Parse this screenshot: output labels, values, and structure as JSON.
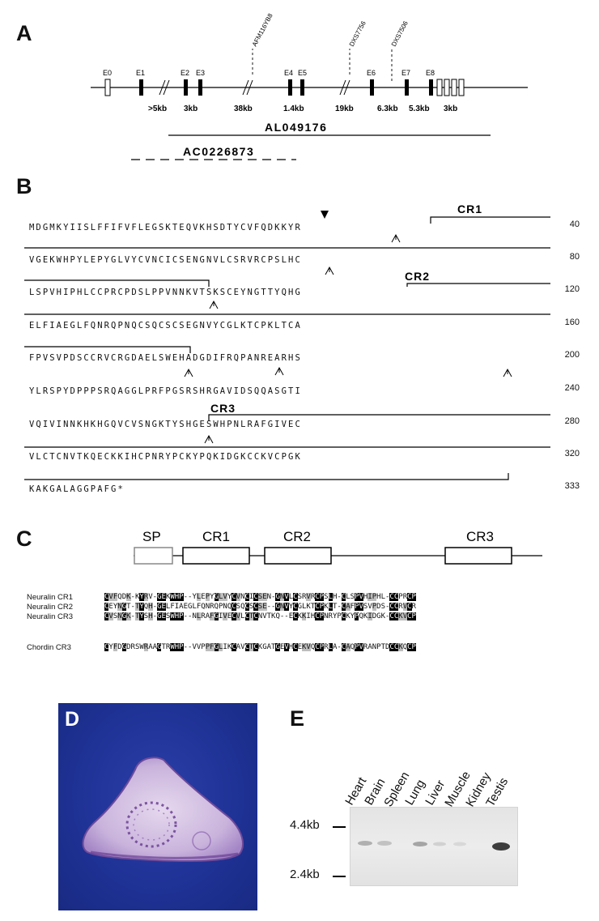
{
  "panels": {
    "a": {
      "letter": "A",
      "exons": [
        "E0",
        "E1",
        "E2",
        "E3",
        "E4",
        "E5",
        "E6",
        "E7",
        "E8"
      ],
      "markers": [
        "AFM116YB8",
        "DXS7756",
        "DXS7506"
      ],
      "distances": [
        ">5kb",
        "3kb",
        "38kb",
        "1.4kb",
        "19kb",
        "6.3kb",
        "5.3kb",
        "3kb"
      ],
      "clone1": "AL049176",
      "clone2": "AC0226873"
    },
    "b": {
      "letter": "B",
      "cr_labels": [
        "CR1",
        "CR2",
        "CR3"
      ],
      "rows": [
        {
          "seq": "MDGMKYIISLFFIFVFLEGSKTEQVKHSDTYCVFQDKKYR",
          "num": "40"
        },
        {
          "seq": "VGEKWHPYLEPYGLVYCVNCICSENGNVLCSRVRCPSLHC",
          "num": "80"
        },
        {
          "seq": "LSPVHIPHLCCPRCPDSLPPVNNKVTSKSCEYNGTTYQHG",
          "num": "120"
        },
        {
          "seq": "ELFIAEGLFQNRQPNQCSQCSCSEGNVYCGLKTCPKLTCA",
          "num": "160"
        },
        {
          "seq": "FPVSVPDSCCRVCRGDAELSWEHADGDIFRQPANREARHS",
          "num": "200"
        },
        {
          "seq": "YLRSPYDPPPSRQAGGLPRFPGSRSHRGAVIDSQQASGTI",
          "num": "240"
        },
        {
          "seq": "VQIVINNKHKHGQVCVSNGKTYSHGESWHPNLRAFGIVEC",
          "num": "280"
        },
        {
          "seq": "VLCTCNVTKQECKKIHCPNRYPCKYPQKIDGKCCKVCPGK",
          "num": "320"
        },
        {
          "seq": "KAKGALAGGPAFG*",
          "num": "333"
        }
      ]
    },
    "c": {
      "letter": "C",
      "domains": [
        "SP",
        "CR1",
        "CR2",
        "CR3"
      ],
      "alignment": [
        {
          "name": "Neuralin CR1",
          "seq": "CVFQDK-KYRV-GEKWHP--YLEPYGLVYCVNCICSEN-GNVLCSRVRCPSLH-CLSPVHIPHL-CCPRCP"
        },
        {
          "name": "Neuralin CR2",
          "seq": "CEYNGT-TYQH-GELFIAEGLFQNRQPNQCSQCSCSE--GNVYCGLKTCPKLT-CAFPVSVPDS-CCRVCR"
        },
        {
          "name": "Neuralin CR3",
          "seq": "CVSNGK-TYSH-GESWHP--NLRAFGIVECVLCTCNVTKQ--ECKKIHCPNRYPCKYPQKIDGK-CCKVCP"
        },
        {
          "name": "Chordin CR3",
          "seq": "CYFDGDRSWRAAGTRWHP--VVPPFGLIKCAVCTCKGATGEVHCEKVQCPRLA-CAQPVRANPTDCCKQCP"
        }
      ]
    },
    "d": {
      "letter": "D"
    },
    "e": {
      "letter": "E",
      "lanes": [
        "Heart",
        "Brain",
        "Spleen",
        "Lung",
        "Liver",
        "Muscle",
        "Kidney",
        "Testis"
      ],
      "marker_top": "4.4kb",
      "marker_bottom": "2.4kb"
    }
  }
}
